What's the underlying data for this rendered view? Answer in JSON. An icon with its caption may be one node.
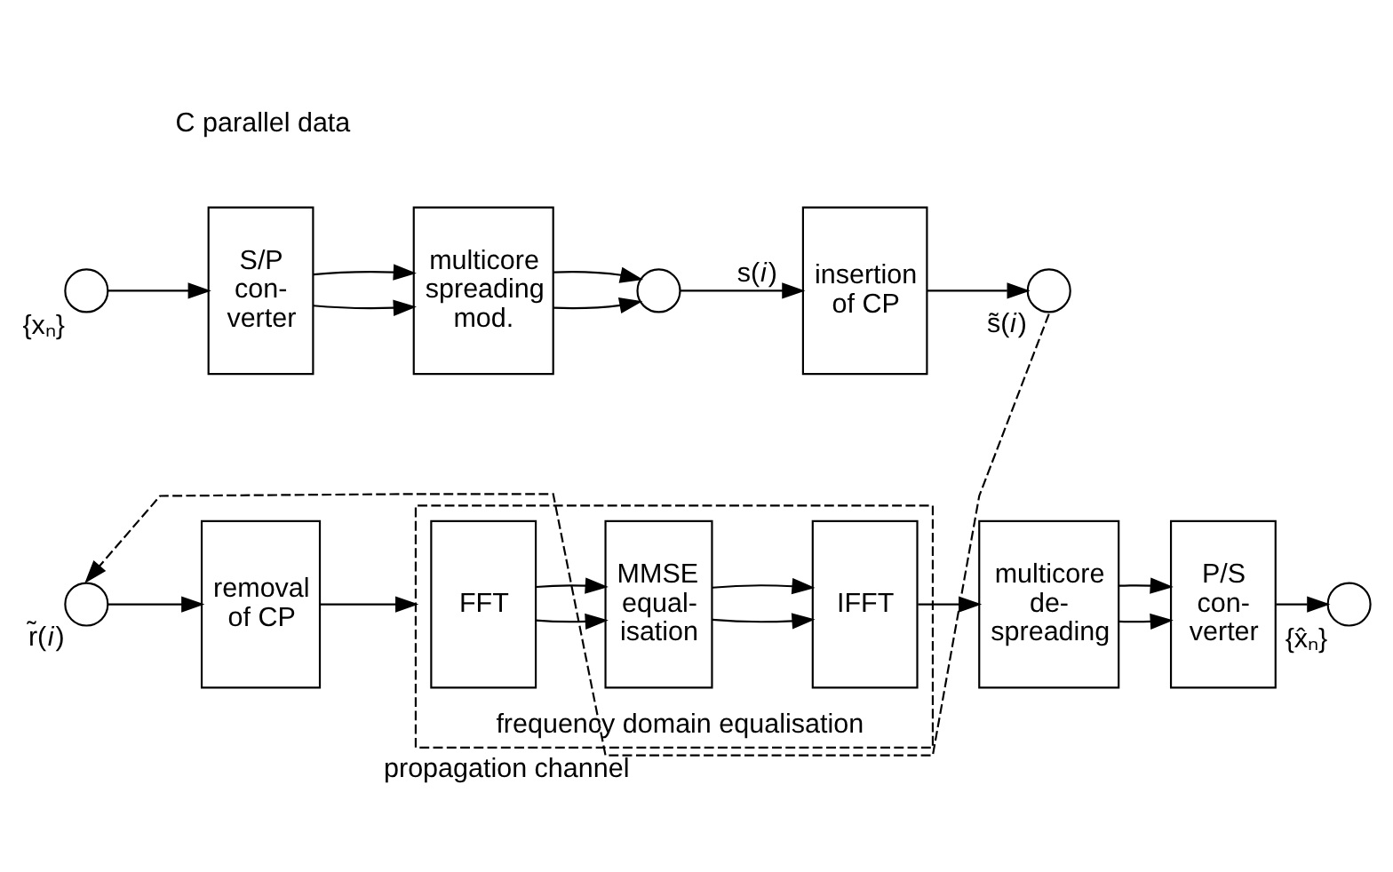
{
  "diagram": {
    "nodes": [
      {
        "text": [],
        "shape": "circle",
        "beside": [
          "{xₙ}"
        ]
      },
      {
        "text": [
          "S/P con-verter"
        ]
      },
      {
        "text": [
          "multicore spreading mod."
        ]
      },
      {
        "text": [],
        "shape": "circle"
      },
      {
        "text": [
          "insertion of CP"
        ]
      },
      {
        "text": [],
        "shape": "circle",
        "beside": [
          "s̃(*i*)"
        ]
      },
      {
        "text": [],
        "shape": "circle",
        "beside": [
          "r̃(*i*)"
        ]
      },
      {
        "text": [
          "removal of CP"
        ]
      },
      {
        "text": [
          "frequency domain equalisation"
        ]
      },
      {
        "text": [
          "FFT"
        ],
        "in": 8
      },
      {
        "text": [
          "MMSE equal-isation"
        ],
        "in": 8
      },
      {
        "text": [
          "IFFT"
        ],
        "in": 8
      },
      {
        "text": [
          "multicore de-spreading"
        ]
      },
      {
        "text": [
          "P/S con-verter"
        ]
      },
      {
        "text": [],
        "shape": "circle",
        "beside": [
          "{x̂ₙ}"
        ]
      }
    ],
    "edges": [
      {
        "from": 0,
        "to": 1,
        "arrow": "to"
      },
      {
        "from": 1,
        "to": 2,
        "arrow": "to"
      },
      {
        "from": 1,
        "to": 2,
        "arrow": "to"
      },
      {
        "from": 2,
        "to": 3,
        "arrow": "to"
      },
      {
        "from": 2,
        "to": 3,
        "arrow": "to"
      },
      {
        "from": 3,
        "to": 4,
        "arrow": "to",
        "label": "s(*i*)"
      },
      {
        "from": 4,
        "to": 5,
        "arrow": "to"
      },
      {
        "from": 5,
        "to": 6,
        "arrow": "to",
        "style": "dashed",
        "label": "propagation channel"
      },
      {
        "from": 6,
        "to": 7,
        "arrow": "to"
      },
      {
        "from": 7,
        "to": 8,
        "arrow": "to"
      },
      {
        "from": 9,
        "to": 10,
        "arrow": "to"
      },
      {
        "from": 9,
        "to": 10,
        "arrow": "to"
      },
      {
        "from": 10,
        "to": 11,
        "arrow": "to"
      },
      {
        "from": 10,
        "to": 11,
        "arrow": "to"
      },
      {
        "from": 11,
        "to": 12,
        "arrow": "to"
      },
      {
        "from": 12,
        "to": 13,
        "arrow": "to"
      },
      {
        "from": 12,
        "to": 13,
        "arrow": "to"
      },
      {
        "from": 13,
        "to": 14,
        "arrow": "to"
      }
    ],
    "labels": [
      "C parallel data"
    ]
  }
}
